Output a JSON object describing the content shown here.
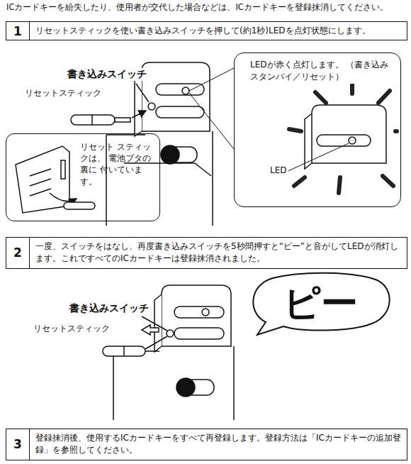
{
  "diagram": {
    "nodes": [
      {
        "text": [
          "1",
          "リセットスティックを使い書き込みスイッチを押して(約1秒)LEDを点灯状態にします。"
        ]
      },
      {
        "text": [
          "2",
          "一度、スイッチをはなし、再度書き込みスイッチを5秒間押すと“ピー”と音がしてLEDが消灯します。これですべてのICカードキーは登録抹消されました。"
        ]
      },
      {
        "text": [
          "3",
          "登録抹消後、使用するICカードキーをすべて再登録します。登録方法は「ICカードキーの追加登録」を参照してください。"
        ]
      },
      {
        "text": [
          "LEDが赤く点灯します。 （書き込みスタンバイ／リセット）",
          "LED"
        ]
      },
      {
        "text": [
          "リセット スティックは、 電池ブタの裏に 付いています。"
        ]
      },
      {
        "text": [
          "ピー"
        ]
      }
    ],
    "labels": [
      "ICカードキーを紛失したり、使用者が交代した場合などは、ICカードキーを登録抹消してください。",
      "書き込みスイッチ",
      "リセットスティック",
      "書き込みスイッチ",
      "リセットスティック"
    ]
  }
}
